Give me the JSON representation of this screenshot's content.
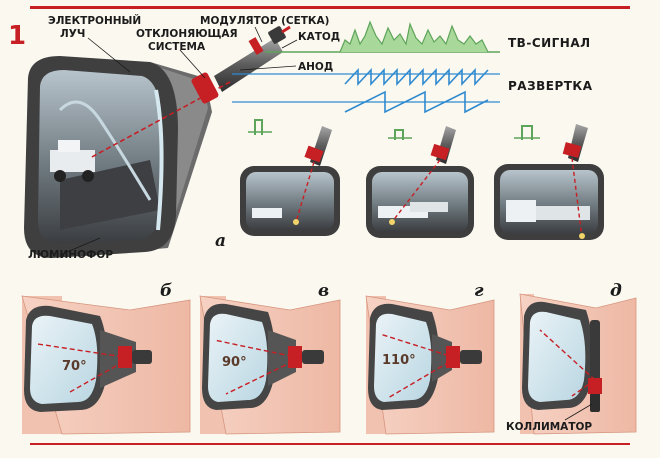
{
  "figure_number": "1",
  "labels": {
    "beam": [
      "ЭЛЕКТРОННЫЙ",
      "ЛУЧ"
    ],
    "deflection": [
      "ОТКЛОНЯЮЩАЯ",
      "СИСТЕМА"
    ],
    "modulator": "МОДУЛЯТОР (СЕТКА)",
    "cathode": "КАТОД",
    "anode": "АНОД",
    "tv_signal": "ТВ-СИГНАЛ",
    "scan": "РАЗВЕРТКА",
    "phosphor": "ЛЮМИНОФОР",
    "collimator": "КОЛЛИМАТОР"
  },
  "panel_letters": {
    "a": "а",
    "b": "б",
    "v": "в",
    "g": "г",
    "d": "д"
  },
  "deflection_angles": [
    {
      "panel": "б",
      "angle_label": "70°"
    },
    {
      "panel": "в",
      "angle_label": "90°"
    },
    {
      "panel": "г",
      "angle_label": "110°"
    }
  ],
  "colors": {
    "accent_red": "#c61f24",
    "signal_green": "#5ea45a",
    "scan_blue": "#2f8ad0",
    "screen_blue": "#d5e8f0",
    "box_pink": "#f3c7b6"
  }
}
